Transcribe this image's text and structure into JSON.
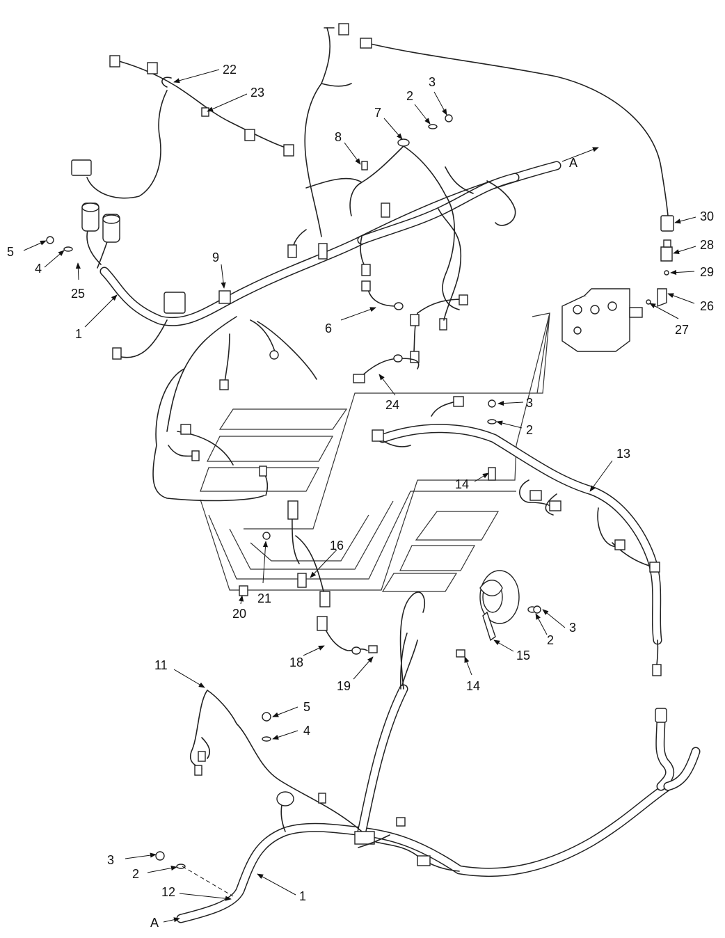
{
  "diagram": {
    "callouts": [
      {
        "id": "c22",
        "text": "22"
      },
      {
        "id": "c23",
        "text": "23"
      },
      {
        "id": "c3a",
        "text": "3"
      },
      {
        "id": "c2a",
        "text": "2"
      },
      {
        "id": "c7",
        "text": "7"
      },
      {
        "id": "c8",
        "text": "8"
      },
      {
        "id": "cA1",
        "text": "A"
      },
      {
        "id": "c30",
        "text": "30"
      },
      {
        "id": "c28",
        "text": "28"
      },
      {
        "id": "c29",
        "text": "29"
      },
      {
        "id": "c26",
        "text": "26"
      },
      {
        "id": "c27",
        "text": "27"
      },
      {
        "id": "c5a",
        "text": "5"
      },
      {
        "id": "c4a",
        "text": "4"
      },
      {
        "id": "c25",
        "text": "25"
      },
      {
        "id": "c9",
        "text": "9"
      },
      {
        "id": "c1a",
        "text": "1"
      },
      {
        "id": "c6",
        "text": "6"
      },
      {
        "id": "c24",
        "text": "24"
      },
      {
        "id": "c3b",
        "text": "3"
      },
      {
        "id": "c2b",
        "text": "2"
      },
      {
        "id": "c13",
        "text": "13"
      },
      {
        "id": "c14a",
        "text": "14"
      },
      {
        "id": "c16",
        "text": "16"
      },
      {
        "id": "c20",
        "text": "20"
      },
      {
        "id": "c21",
        "text": "21"
      },
      {
        "id": "c3c",
        "text": "3"
      },
      {
        "id": "c2c",
        "text": "2"
      },
      {
        "id": "c15",
        "text": "15"
      },
      {
        "id": "c14b",
        "text": "14"
      },
      {
        "id": "c18",
        "text": "18"
      },
      {
        "id": "c19",
        "text": "19"
      },
      {
        "id": "c11",
        "text": "11"
      },
      {
        "id": "c5b",
        "text": "5"
      },
      {
        "id": "c4b",
        "text": "4"
      },
      {
        "id": "c3d",
        "text": "3"
      },
      {
        "id": "c2d",
        "text": "2"
      },
      {
        "id": "c12",
        "text": "12"
      },
      {
        "id": "c1b",
        "text": "1"
      },
      {
        "id": "cA2",
        "text": "A"
      }
    ]
  }
}
